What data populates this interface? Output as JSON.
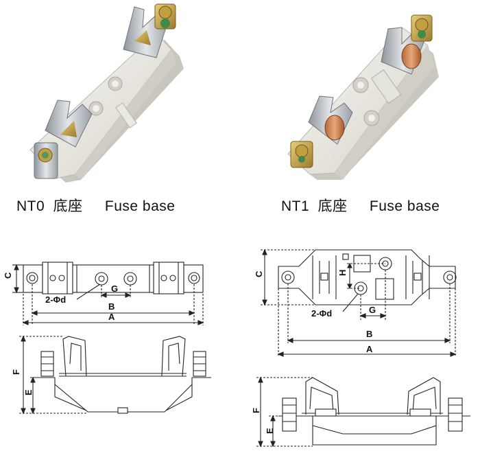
{
  "products": [
    {
      "model": "NT0",
      "cn": "底座",
      "en": "Fuse base"
    },
    {
      "model": "NT1",
      "cn": "底座",
      "en": "Fuse base"
    }
  ],
  "dimensions": {
    "nt0_top": {
      "A": "A",
      "B": "B",
      "C": "C",
      "G": "G",
      "hole": "2-Φd"
    },
    "nt0_side": {
      "E": "E",
      "F": "F"
    },
    "nt1_top": {
      "A": "A",
      "B": "B",
      "C": "C",
      "G": "G",
      "H": "H",
      "hole": "2-Φd"
    },
    "nt1_side": {
      "E": "E",
      "F": "F"
    }
  },
  "colors": {
    "ceramic": "#ecebe4",
    "brass": "#c9a24a",
    "steel": "#b8bcc2",
    "line": "#222222"
  }
}
